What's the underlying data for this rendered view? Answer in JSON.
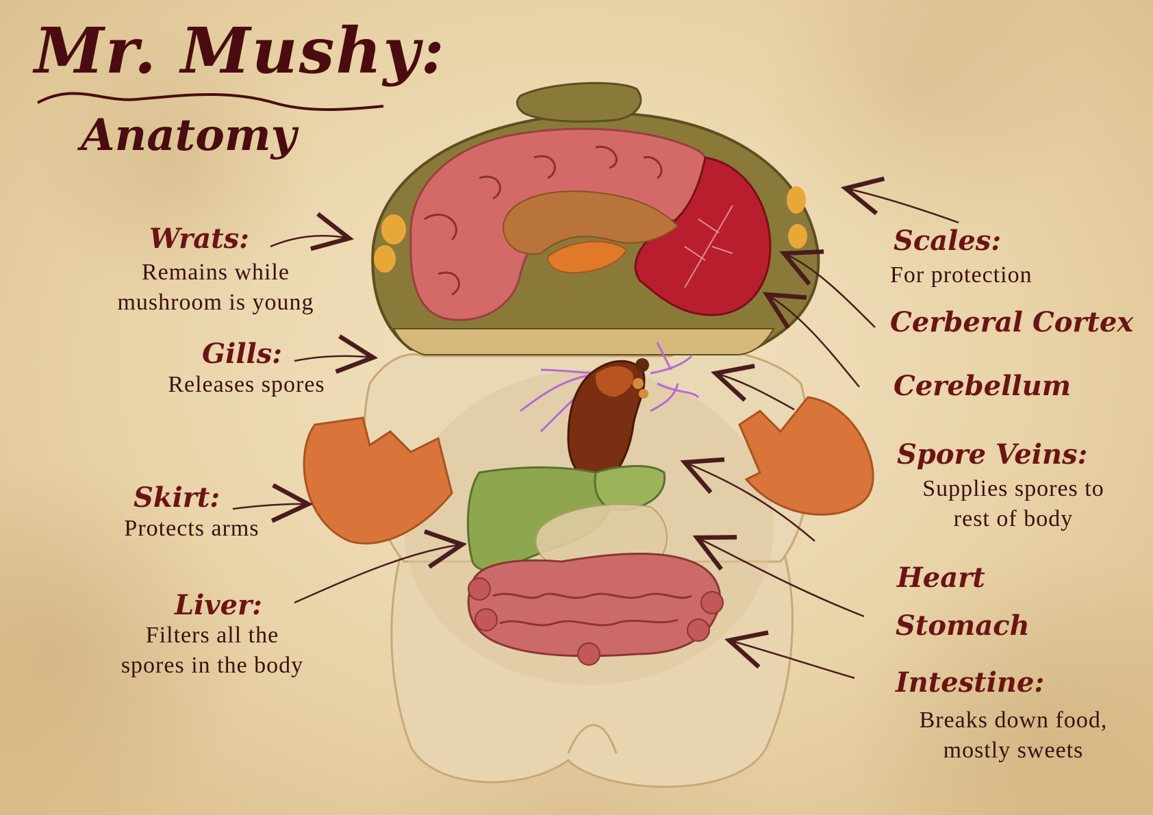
{
  "title": "Mr. Mushy:",
  "subtitle": "Anatomy",
  "labels": {
    "wrats": {
      "name": "Wrats:",
      "desc_line1": "Remains while",
      "desc_line2": "mushroom is young"
    },
    "gills": {
      "name": "Gills:",
      "desc_line1": "Releases spores"
    },
    "skirt": {
      "name": "Skirt:",
      "desc_line1": "Protects arms"
    },
    "liver": {
      "name": "Liver:",
      "desc_line1": "Filters all the",
      "desc_line2": "spores in the body"
    },
    "scales": {
      "name": "Scales:",
      "desc_line1": "For protection"
    },
    "cortex": {
      "name": "Cerberal Cortex"
    },
    "cerebellum": {
      "name": "Cerebellum"
    },
    "spore_veins": {
      "name": "Spore Veins:",
      "desc_line1": "Supplies spores to",
      "desc_line2": "rest of body"
    },
    "heart": {
      "name": "Heart"
    },
    "stomach": {
      "name": "Stomach"
    },
    "intestine": {
      "name": "Intestine:",
      "desc_line1": "Breaks down food,",
      "desc_line2": "mostly sweets"
    }
  },
  "colors": {
    "ink": "#6b1414",
    "cap": "#8a7a3a",
    "brain": "#d46a68",
    "cerebellum": "#b81e2e",
    "body": "#e6d3ad",
    "skirt": "#d9743a",
    "liver": "#8ea74e",
    "heart": "#7a2e12",
    "intestine": "#cc6a6a",
    "veins": "#b46ad8"
  }
}
